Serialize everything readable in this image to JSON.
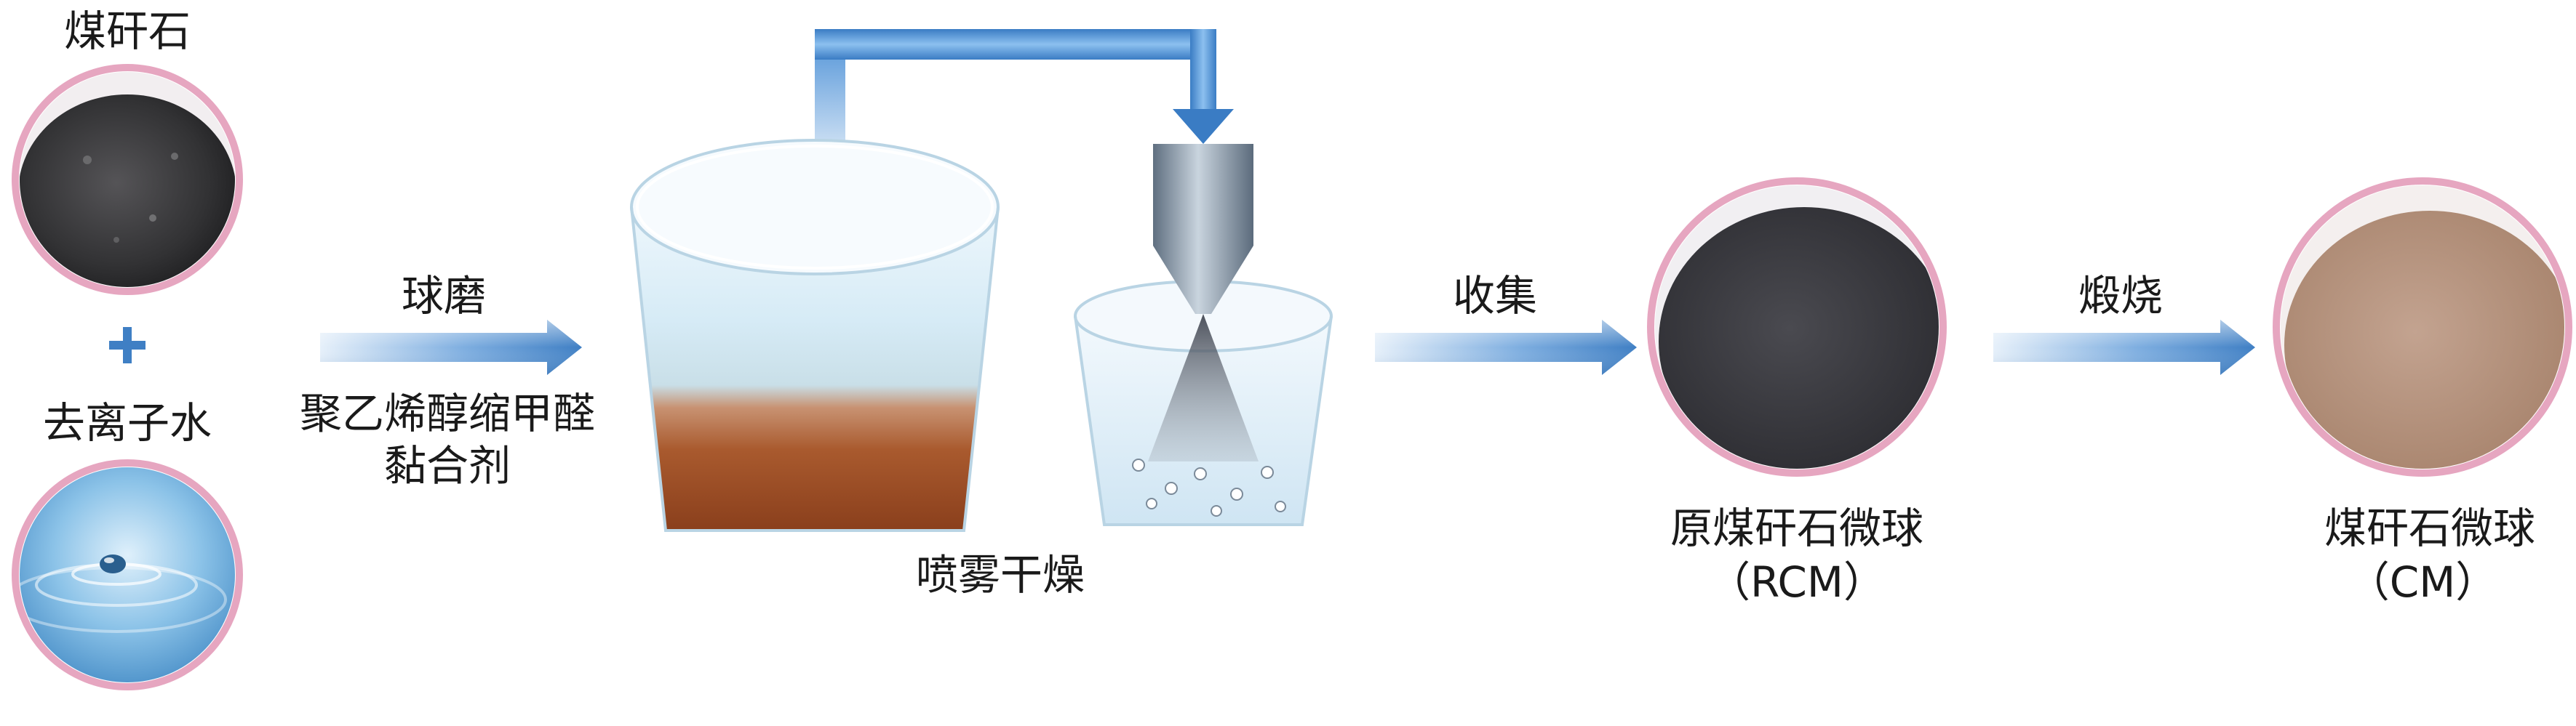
{
  "inputs": {
    "coal_gangue_label": "煤矸石",
    "plus_sign": "+",
    "water_label": "去离子水"
  },
  "step_ball_milling": {
    "label": "球磨",
    "binder_line1": "聚乙烯醇缩甲醛",
    "binder_line2": "黏合剂"
  },
  "step_spray_drying": {
    "label": "喷雾干燥"
  },
  "step_collect": {
    "label": "收集"
  },
  "product_raw": {
    "name": "原煤矸石微球",
    "abbr": "（RCM）"
  },
  "step_calcine": {
    "label": "煅烧"
  },
  "product_final": {
    "name": "煤矸石微球",
    "abbr": "（CM）"
  },
  "colors": {
    "arrow_blue": "#3f7fc4",
    "arrow_light": "#cfe3f5",
    "pipe_blue": "#4a8fd6",
    "slurry_brown": "#9a4a22",
    "coal_dark": "#3b3b3d",
    "calcined_tan": "#b18f7a",
    "circle_border": "#e6a6c0"
  }
}
